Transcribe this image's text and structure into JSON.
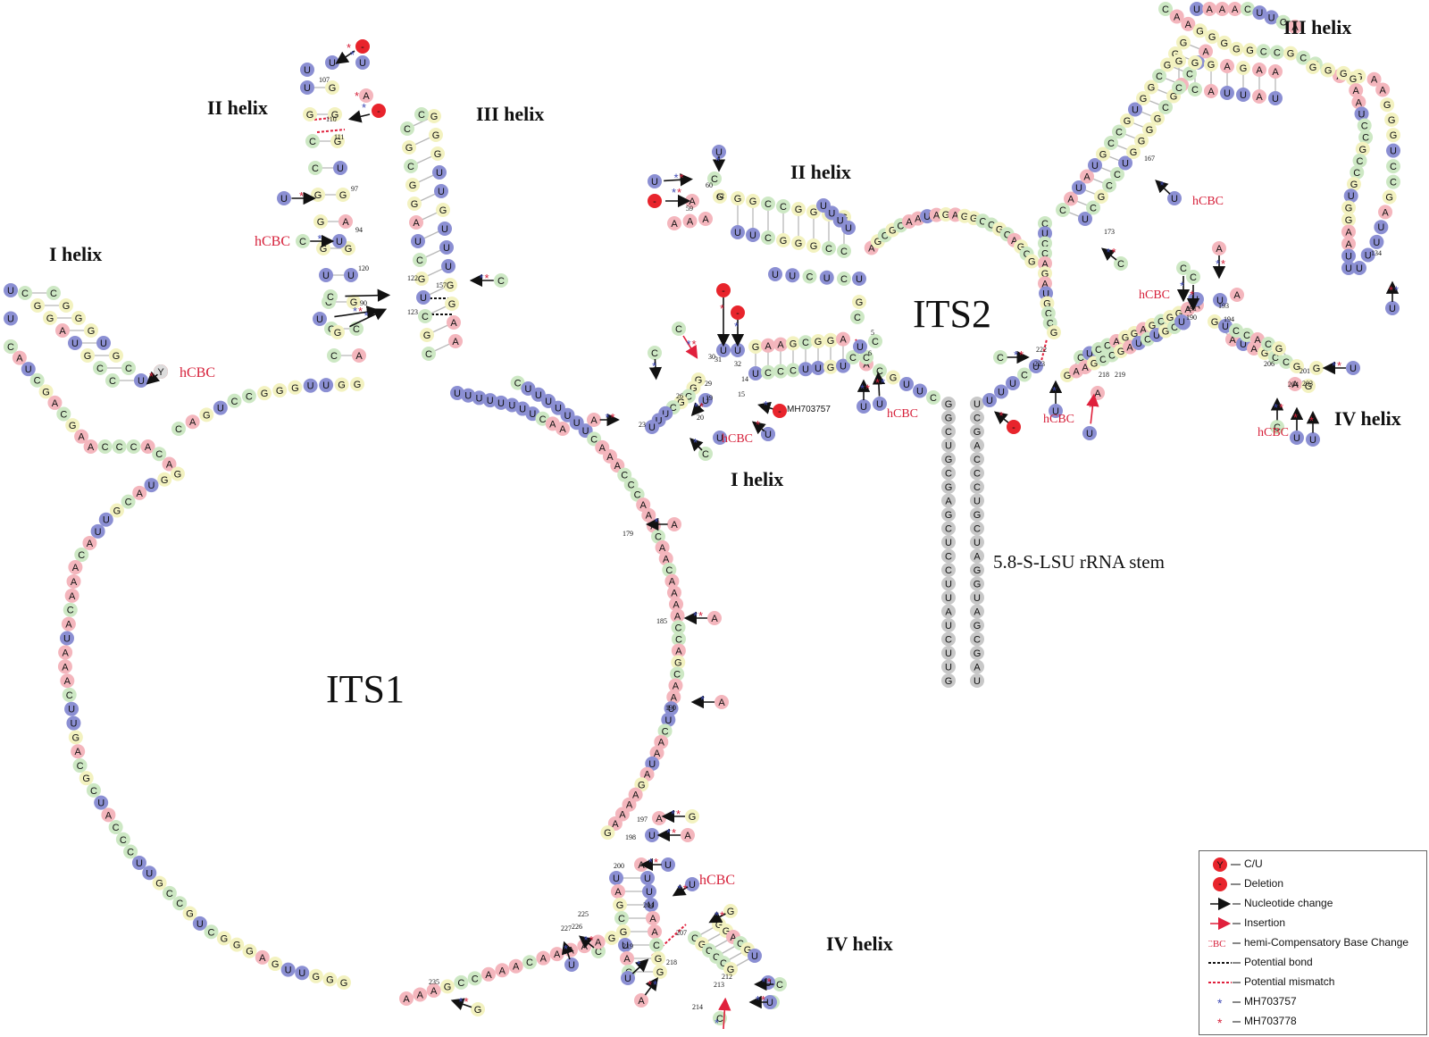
{
  "figure": {
    "its1_label": "ITS1",
    "its2_label": "ITS2",
    "stem_label": "5.8-S-LSU rRNA stem",
    "helix_labels": {
      "its1_I": "I helix",
      "its1_II": "II helix",
      "its1_III": "III helix",
      "its1_IV": "IV helix",
      "its2_I": "I helix",
      "its2_II": "II helix",
      "its2_III": "III helix",
      "its2_IV": "IV helix"
    },
    "hcbc_text": "hCBC",
    "accession_note": "MH703757"
  },
  "sequences": {
    "its1_backbone": "AAUCGACGAACCCACAGGUACGUUACAAACAUAAACUUGACGCUACCCUUGCCGUCGGGAGUUGGG",
    "its1_ring": "CUUUUUUUCAAACCCAAACAACAAAACCAGCAAUUCAAUAGAAAAG",
    "its1_tail": "AAAGCCAAACAAAAAG",
    "stem_left": "GGCUGCGAGCUCCUUAUCUUG",
    "stem_right": "UCGACCCUGCUAGGUAGCGAU",
    "its2_ring": "AGCGCAAUAGAGGCCGCAGCG"
  },
  "colors": {
    "A": "#f4b6bd",
    "C": "#cde8c4",
    "G": "#f3f2c0",
    "U": "#8b8fd3",
    "stem": "#c8c8c8",
    "deletion": "#e8242c",
    "arrow": "#111111",
    "insertion": "#e0203c",
    "star_MH703757": "#3f4bb5",
    "star_MH703778": "#d6203a",
    "hcbc": "#d6203a"
  },
  "legend": {
    "items": [
      {
        "icon": "variant-cu-icon",
        "symbol": "Y",
        "label": "C/U"
      },
      {
        "icon": "deletion-icon",
        "symbol": "-",
        "label": "Deletion"
      },
      {
        "icon": "nucleotide-change-arrow-icon",
        "label": "Nucleotide change"
      },
      {
        "icon": "insertion-arrow-icon",
        "label": "Insertion"
      },
      {
        "icon": "hcbc-icon",
        "symbol": "hCBC",
        "label": "hemi-Compensatory Base Change"
      },
      {
        "icon": "potential-bond-line-icon",
        "label": "Potential bond"
      },
      {
        "icon": "potential-mismatch-line-icon",
        "label": "Potential mismatch"
      },
      {
        "icon": "blue-star-icon",
        "symbol": "*",
        "label": "MH703757"
      },
      {
        "icon": "red-star-icon",
        "symbol": "*",
        "label": "MH703778"
      }
    ]
  }
}
